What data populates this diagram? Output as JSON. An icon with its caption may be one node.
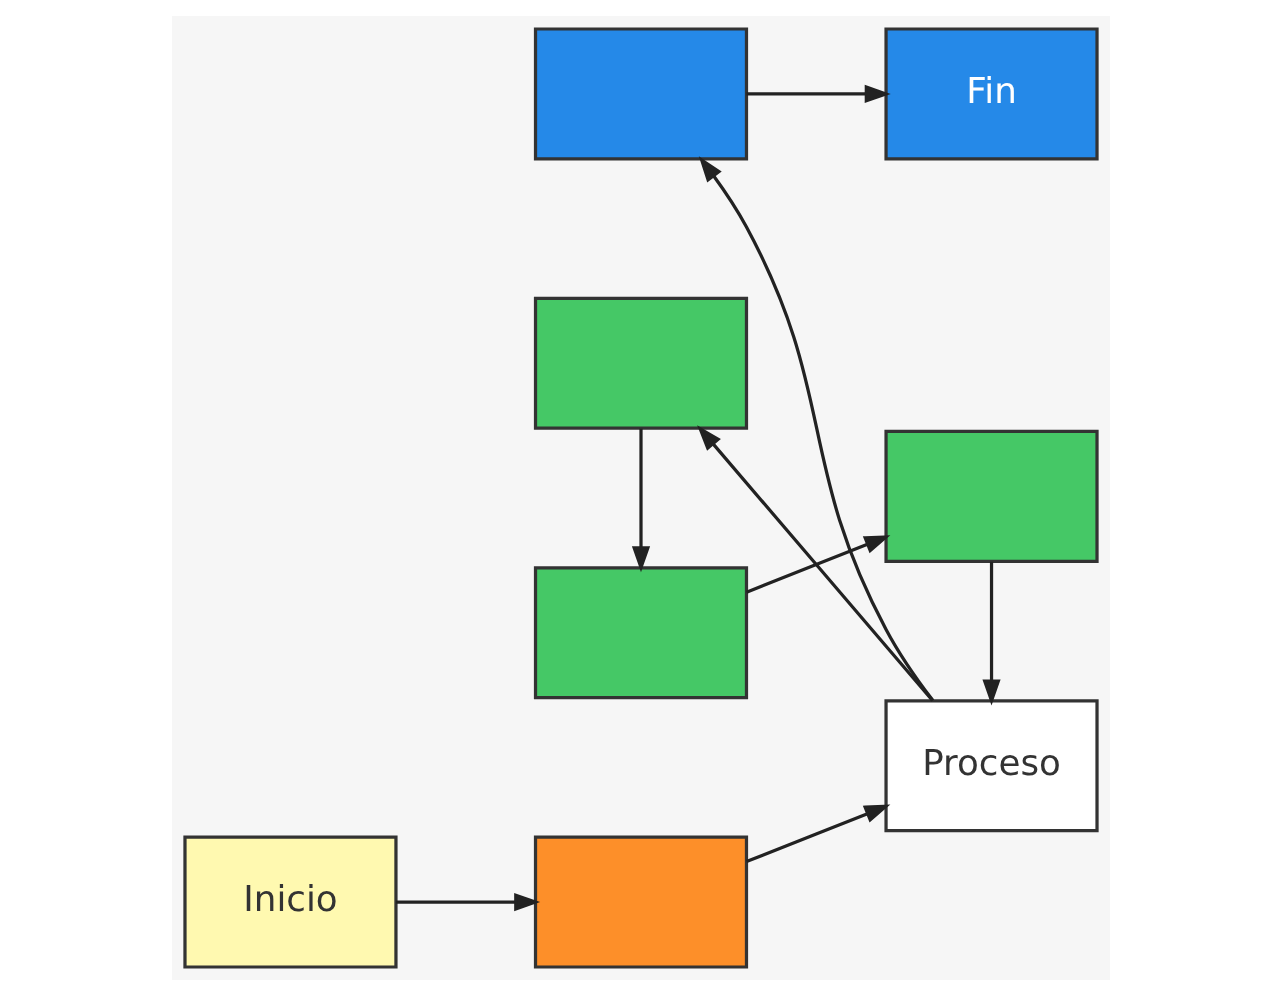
{
  "diagram": {
    "nodes": [
      {
        "text": [],
        "shape": "box"
      },
      {
        "text": [
          "Fin"
        ]
      },
      {
        "text": [
          "Inicio"
        ]
      },
      {
        "text": [],
        "shape": "box"
      },
      {
        "text": [
          "Proceso"
        ]
      },
      {
        "text": [],
        "shape": "box"
      },
      {
        "text": [],
        "shape": "box"
      },
      {
        "text": [],
        "shape": "box"
      }
    ],
    "edges": [
      {
        "from": 2,
        "to": 3,
        "arrow": "to"
      },
      {
        "from": 3,
        "to": 4,
        "arrow": "to"
      },
      {
        "from": 4,
        "to": 5,
        "arrow": "to"
      },
      {
        "from": 5,
        "to": 7,
        "arrow": "to"
      },
      {
        "from": 7,
        "to": 6,
        "arrow": "to"
      },
      {
        "from": 6,
        "to": 4,
        "arrow": "to"
      },
      {
        "from": 4,
        "to": 0,
        "arrow": "to"
      },
      {
        "from": 0,
        "to": 1,
        "arrow": "to"
      }
    ]
  }
}
